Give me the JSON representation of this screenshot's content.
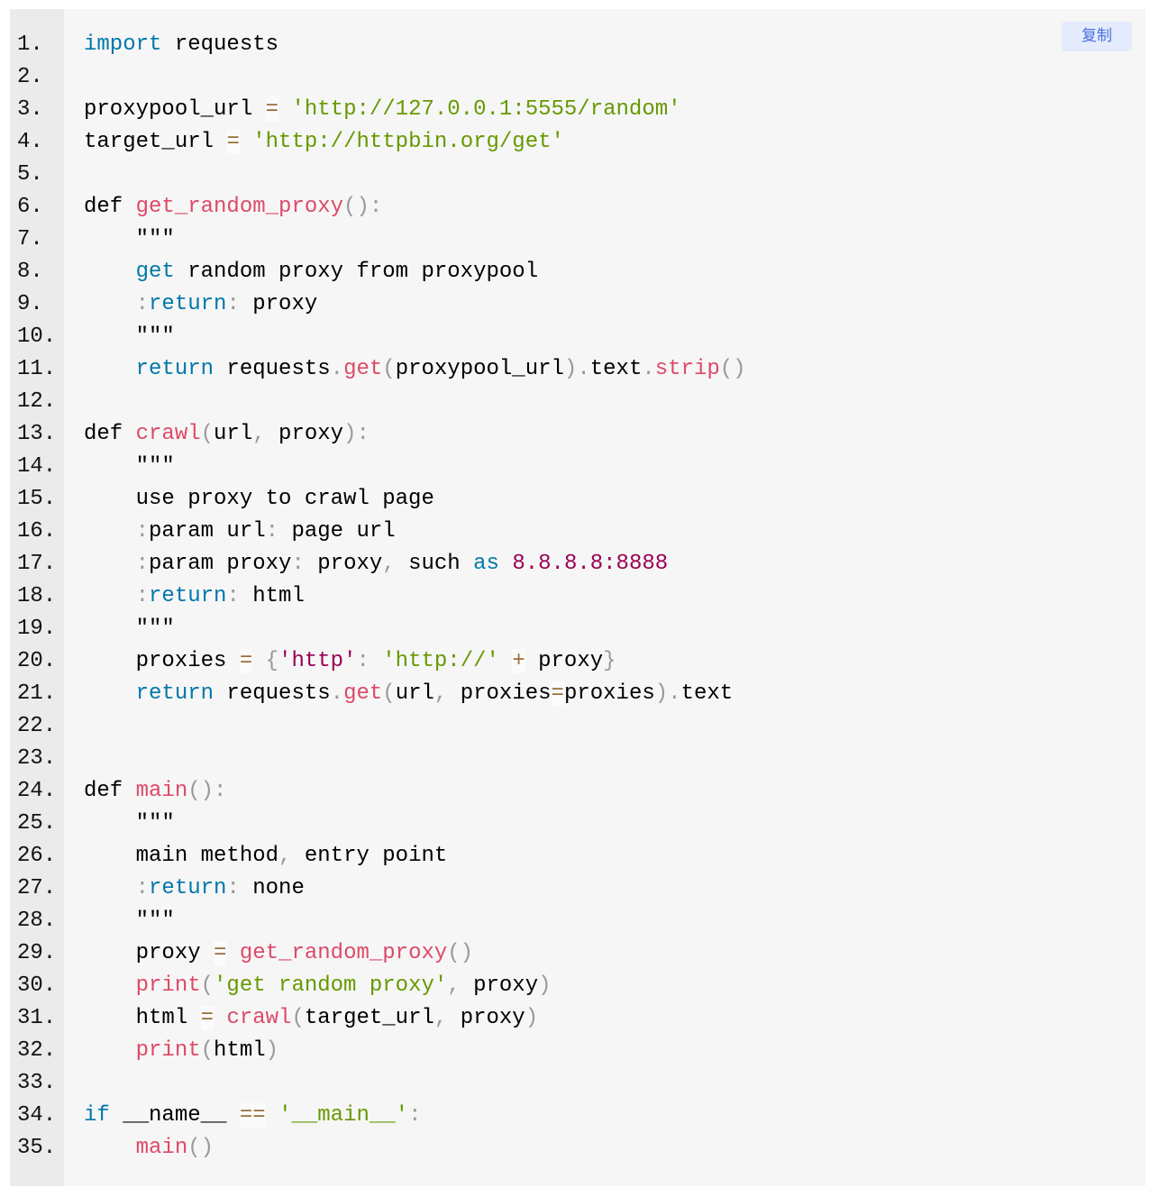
{
  "copy_button": {
    "label": "复制"
  },
  "colors": {
    "keyword": "#0077aa",
    "function": "#dd4a68",
    "string": "#669900",
    "operator": "#9a6e3a",
    "punctuation": "#999999",
    "number": "#990055"
  },
  "code_lines": [
    [
      [
        "k",
        "import"
      ],
      [
        "p",
        " requests"
      ]
    ],
    [],
    [
      [
        "p",
        "proxypool_url "
      ],
      [
        "o",
        "="
      ],
      [
        "p",
        " "
      ],
      [
        "s",
        "'http://127.0.0.1:5555/random'"
      ]
    ],
    [
      [
        "p",
        "target_url "
      ],
      [
        "o",
        "="
      ],
      [
        "p",
        " "
      ],
      [
        "s",
        "'http://httpbin.org/get'"
      ]
    ],
    [],
    [
      [
        "p",
        "def "
      ],
      [
        "f",
        "get_random_proxy"
      ],
      [
        "u",
        "()"
      ],
      [
        "u",
        ":"
      ]
    ],
    [
      [
        "p",
        "    \"\"\""
      ]
    ],
    [
      [
        "p",
        "    "
      ],
      [
        "k",
        "get"
      ],
      [
        "p",
        " random proxy from proxypool"
      ]
    ],
    [
      [
        "p",
        "    "
      ],
      [
        "u",
        ":"
      ],
      [
        "k",
        "return"
      ],
      [
        "u",
        ":"
      ],
      [
        "p",
        " proxy"
      ]
    ],
    [
      [
        "p",
        "    \"\"\""
      ]
    ],
    [
      [
        "p",
        "    "
      ],
      [
        "k",
        "return"
      ],
      [
        "p",
        " requests"
      ],
      [
        "u",
        "."
      ],
      [
        "f",
        "get"
      ],
      [
        "u",
        "("
      ],
      [
        "p",
        "proxypool_url"
      ],
      [
        "u",
        ")"
      ],
      [
        "u",
        "."
      ],
      [
        "p",
        "text"
      ],
      [
        "u",
        "."
      ],
      [
        "f",
        "strip"
      ],
      [
        "u",
        "()"
      ]
    ],
    [],
    [
      [
        "p",
        "def "
      ],
      [
        "f",
        "crawl"
      ],
      [
        "u",
        "("
      ],
      [
        "p",
        "url"
      ],
      [
        "u",
        ","
      ],
      [
        "p",
        " proxy"
      ],
      [
        "u",
        ")"
      ],
      [
        "u",
        ":"
      ]
    ],
    [
      [
        "p",
        "    \"\"\""
      ]
    ],
    [
      [
        "p",
        "    use proxy to crawl page"
      ]
    ],
    [
      [
        "p",
        "    "
      ],
      [
        "u",
        ":"
      ],
      [
        "p",
        "param url"
      ],
      [
        "u",
        ":"
      ],
      [
        "p",
        " page url"
      ]
    ],
    [
      [
        "p",
        "    "
      ],
      [
        "u",
        ":"
      ],
      [
        "p",
        "param proxy"
      ],
      [
        "u",
        ":"
      ],
      [
        "p",
        " proxy"
      ],
      [
        "u",
        ","
      ],
      [
        "p",
        " such "
      ],
      [
        "k",
        "as"
      ],
      [
        "p",
        " "
      ],
      [
        "n",
        "8.8.8.8:8888"
      ]
    ],
    [
      [
        "p",
        "    "
      ],
      [
        "u",
        ":"
      ],
      [
        "k",
        "return"
      ],
      [
        "u",
        ":"
      ],
      [
        "p",
        " html"
      ]
    ],
    [
      [
        "p",
        "    \"\"\""
      ]
    ],
    [
      [
        "p",
        "    proxies "
      ],
      [
        "o",
        "="
      ],
      [
        "p",
        " "
      ],
      [
        "u",
        "{"
      ],
      [
        "n",
        "'http'"
      ],
      [
        "u",
        ":"
      ],
      [
        "p",
        " "
      ],
      [
        "s",
        "'http://'"
      ],
      [
        "p",
        " "
      ],
      [
        "o",
        "+"
      ],
      [
        "p",
        " proxy"
      ],
      [
        "u",
        "}"
      ]
    ],
    [
      [
        "p",
        "    "
      ],
      [
        "k",
        "return"
      ],
      [
        "p",
        " requests"
      ],
      [
        "u",
        "."
      ],
      [
        "f",
        "get"
      ],
      [
        "u",
        "("
      ],
      [
        "p",
        "url"
      ],
      [
        "u",
        ","
      ],
      [
        "p",
        " proxies"
      ],
      [
        "o",
        "="
      ],
      [
        "p",
        "proxies"
      ],
      [
        "u",
        ")"
      ],
      [
        "u",
        "."
      ],
      [
        "p",
        "text"
      ]
    ],
    [],
    [],
    [
      [
        "p",
        "def "
      ],
      [
        "f",
        "main"
      ],
      [
        "u",
        "()"
      ],
      [
        "u",
        ":"
      ]
    ],
    [
      [
        "p",
        "    \"\"\""
      ]
    ],
    [
      [
        "p",
        "    main method"
      ],
      [
        "u",
        ","
      ],
      [
        "p",
        " entry point"
      ]
    ],
    [
      [
        "p",
        "    "
      ],
      [
        "u",
        ":"
      ],
      [
        "k",
        "return"
      ],
      [
        "u",
        ":"
      ],
      [
        "p",
        " none"
      ]
    ],
    [
      [
        "p",
        "    \"\"\""
      ]
    ],
    [
      [
        "p",
        "    proxy "
      ],
      [
        "o",
        "="
      ],
      [
        "p",
        " "
      ],
      [
        "f",
        "get_random_proxy"
      ],
      [
        "u",
        "()"
      ]
    ],
    [
      [
        "p",
        "    "
      ],
      [
        "f",
        "print"
      ],
      [
        "u",
        "("
      ],
      [
        "s",
        "'get random proxy'"
      ],
      [
        "u",
        ","
      ],
      [
        "p",
        " proxy"
      ],
      [
        "u",
        ")"
      ]
    ],
    [
      [
        "p",
        "    html "
      ],
      [
        "o",
        "="
      ],
      [
        "p",
        " "
      ],
      [
        "f",
        "crawl"
      ],
      [
        "u",
        "("
      ],
      [
        "p",
        "target_url"
      ],
      [
        "u",
        ","
      ],
      [
        "p",
        " proxy"
      ],
      [
        "u",
        ")"
      ]
    ],
    [
      [
        "p",
        "    "
      ],
      [
        "f",
        "print"
      ],
      [
        "u",
        "("
      ],
      [
        "p",
        "html"
      ],
      [
        "u",
        ")"
      ]
    ],
    [],
    [
      [
        "k",
        "if"
      ],
      [
        "p",
        " __name__ "
      ],
      [
        "o",
        "=="
      ],
      [
        "p",
        " "
      ],
      [
        "s",
        "'__main__'"
      ],
      [
        "u",
        ":"
      ]
    ],
    [
      [
        "p",
        "    "
      ],
      [
        "f",
        "main"
      ],
      [
        "u",
        "()"
      ]
    ]
  ]
}
